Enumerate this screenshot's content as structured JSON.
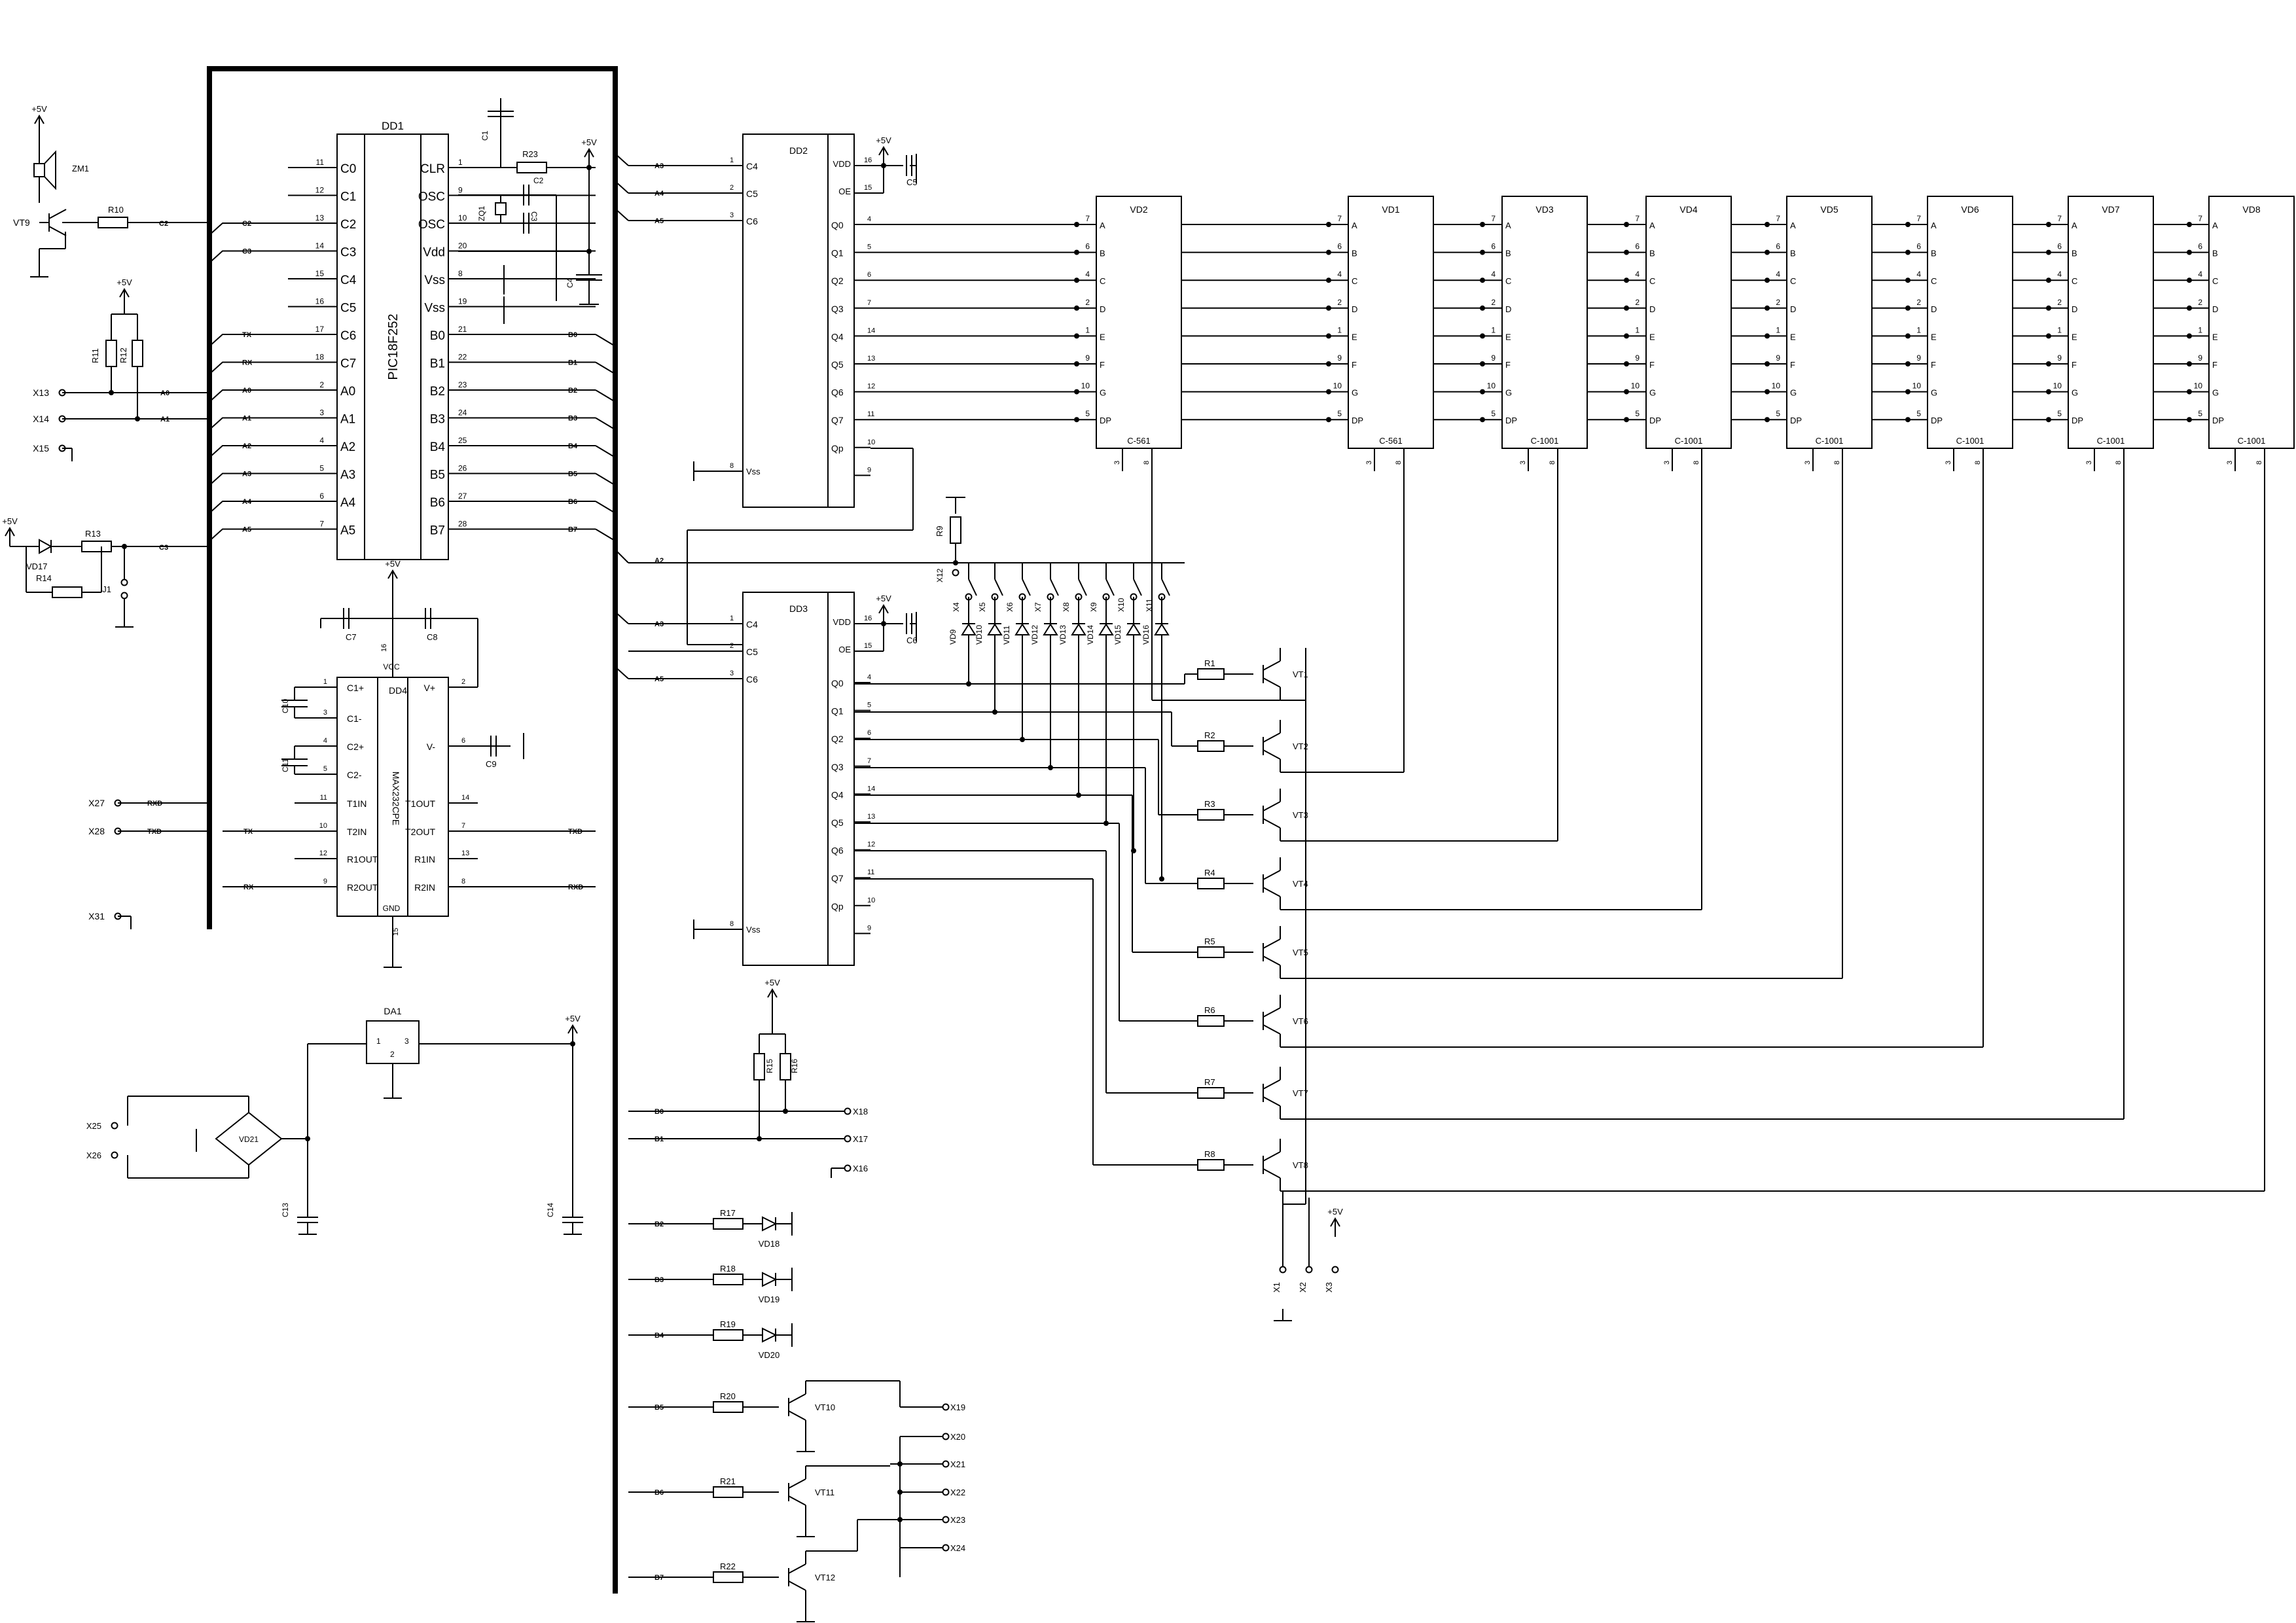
{
  "mcu": {
    "ref": "DD1",
    "part": "PIC18F252",
    "left_pins": [
      [
        "C0",
        "11"
      ],
      [
        "C1",
        "12"
      ],
      [
        "C2",
        "13"
      ],
      [
        "C3",
        "14"
      ],
      [
        "C4",
        "15"
      ],
      [
        "C5",
        "16"
      ],
      [
        "C6",
        "17"
      ],
      [
        "C7",
        "18"
      ],
      [
        "A0",
        "2"
      ],
      [
        "A1",
        "3"
      ],
      [
        "A2",
        "4"
      ],
      [
        "A3",
        "5"
      ],
      [
        "A4",
        "6"
      ],
      [
        "A5",
        "7"
      ]
    ],
    "right_pins": [
      [
        "CLR",
        "1"
      ],
      [
        "OSC",
        "9"
      ],
      [
        "OSC",
        "10"
      ],
      [
        "Vdd",
        "20"
      ],
      [
        "Vss",
        "8"
      ],
      [
        "Vss",
        "19"
      ],
      [
        "B0",
        "21"
      ],
      [
        "B1",
        "22"
      ],
      [
        "B2",
        "23"
      ],
      [
        "B3",
        "24"
      ],
      [
        "B4",
        "25"
      ],
      [
        "B5",
        "26"
      ],
      [
        "B6",
        "27"
      ],
      [
        "B7",
        "28"
      ]
    ],
    "left_nets": [
      "",
      "",
      "C2",
      "C3",
      "",
      "",
      "TX",
      "RX",
      "A0",
      "A1",
      "A2",
      "A3",
      "A4",
      "A5"
    ],
    "right_nets": [
      "",
      "",
      "",
      "",
      "",
      "",
      "B0",
      "B1",
      "B2",
      "B3",
      "B4",
      "B5",
      "B6",
      "B7"
    ]
  },
  "iface": {
    "ref": "DD4",
    "part": "MAX232CPE",
    "left_pins": [
      [
        "C1+",
        "1"
      ],
      [
        "C1-",
        "3"
      ],
      [
        "C2+",
        "4"
      ],
      [
        "C2-",
        "5"
      ],
      [
        "T1IN",
        "11"
      ],
      [
        "T2IN",
        "10"
      ],
      [
        "R1OUT",
        "12"
      ],
      [
        "R2OUT",
        "9"
      ]
    ],
    "right_pins": [
      [
        "V+",
        "2"
      ],
      [
        "V-",
        "6"
      ],
      [
        "T1OUT",
        "14"
      ],
      [
        "T2OUT",
        "7"
      ],
      [
        "R1IN",
        "13"
      ],
      [
        "R2IN",
        "8"
      ]
    ],
    "vcc": "VCC",
    "vcc_pin": "16",
    "gnd": "GND",
    "gnd_pin": "15"
  },
  "drivers": [
    {
      "ref": "DD2",
      "in_pins": [
        [
          "C4",
          "1"
        ],
        [
          "C5",
          "2"
        ],
        [
          "C6",
          "3"
        ]
      ],
      "in_nets": [
        "A3",
        "A4",
        "A5"
      ],
      "vdd": [
        "VDD",
        "16"
      ],
      "oe": [
        "OE",
        "15"
      ],
      "vss": [
        "Vss",
        "8"
      ],
      "outs": [
        [
          "Q0",
          "4"
        ],
        [
          "Q1",
          "5"
        ],
        [
          "Q2",
          "6"
        ],
        [
          "Q3",
          "7"
        ],
        [
          "Q4",
          "14"
        ],
        [
          "Q5",
          "13"
        ],
        [
          "Q6",
          "12"
        ],
        [
          "Q7",
          "11"
        ],
        [
          "Qp",
          "10"
        ],
        [
          "",
          "9"
        ]
      ],
      "cap": "C5"
    },
    {
      "ref": "DD3",
      "in_pins": [
        [
          "C4",
          "1"
        ],
        [
          "C5",
          "2"
        ],
        [
          "C6",
          "3"
        ]
      ],
      "in_nets": [
        "A3",
        "",
        "A5"
      ],
      "vdd": [
        "VDD",
        "16"
      ],
      "oe": [
        "OE",
        "15"
      ],
      "vss": [
        "Vss",
        "8"
      ],
      "outs": [
        [
          "Q0",
          "4"
        ],
        [
          "Q1",
          "5"
        ],
        [
          "Q2",
          "6"
        ],
        [
          "Q3",
          "7"
        ],
        [
          "Q4",
          "14"
        ],
        [
          "Q5",
          "13"
        ],
        [
          "Q6",
          "12"
        ],
        [
          "Q7",
          "11"
        ],
        [
          "Qp",
          "10"
        ],
        [
          "",
          "9"
        ]
      ],
      "cap": "C6"
    }
  ],
  "displays": {
    "refs": [
      "VD2",
      "VD1",
      "VD3",
      "VD4",
      "VD5",
      "VD6",
      "VD7",
      "VD8"
    ],
    "parts": [
      "C-561",
      "C-561",
      "C-1001",
      "C-1001",
      "C-1001",
      "C-1001",
      "C-1001",
      "C-1001"
    ],
    "segments": [
      "A",
      "B",
      "C",
      "D",
      "E",
      "F",
      "G",
      "DP"
    ],
    "seg_pins": [
      "7",
      "6",
      "4",
      "2",
      "1",
      "9",
      "10",
      "5"
    ],
    "common_pins": [
      "3",
      "8"
    ]
  },
  "keys": {
    "switches": [
      "X4",
      "X5",
      "X6",
      "X7",
      "X8",
      "X9",
      "X10",
      "X11"
    ],
    "diodes": [
      "VD9",
      "VD10",
      "VD11",
      "VD12",
      "VD13",
      "VD14",
      "VD15",
      "VD16"
    ],
    "resistor": "R9",
    "connector": "X12",
    "net": "A2"
  },
  "transistors": {
    "refs": [
      "VT1",
      "VT2",
      "VT3",
      "VT4",
      "VT5",
      "VT6",
      "VT7",
      "VT8"
    ],
    "resistors": [
      "R1",
      "R2",
      "R3",
      "R4",
      "R5",
      "R6",
      "R7",
      "R8"
    ]
  },
  "bottom_connectors": [
    "X1",
    "X2",
    "X3"
  ],
  "power": {
    "regulator": "DA1",
    "reg_pins": [
      "1",
      "2",
      "3"
    ],
    "bridge": "VD21",
    "inputs": [
      "X25",
      "X26"
    ],
    "caps": [
      "C13",
      "C14"
    ]
  },
  "outputs": {
    "pullups": [
      "R15",
      "R16"
    ],
    "pins": [
      "X18",
      "X17",
      "X16"
    ],
    "nets": [
      "B0",
      "B1"
    ],
    "leds": [
      [
        "B2",
        "R17",
        "VD18"
      ],
      [
        "B3",
        "R18",
        "VD19"
      ],
      [
        "B4",
        "R19",
        "VD20"
      ]
    ],
    "transistors": [
      [
        "B5",
        "R20",
        "VT10"
      ],
      [
        "B6",
        "R21",
        "VT11"
      ],
      [
        "B7",
        "R22",
        "VT12"
      ]
    ],
    "relay_pins": [
      "X19",
      "X20",
      "X21",
      "X22",
      "X23",
      "X24"
    ]
  },
  "left_circuit": {
    "buzzer": "ZM1",
    "transistor": "VT9",
    "resistor": "R10",
    "net_c2": "C2",
    "pullups": [
      "R11",
      "R12"
    ],
    "inputs": [
      "X13",
      "X14",
      "X15"
    ],
    "input_nets": [
      "A0",
      "A1"
    ],
    "led": "VD17",
    "led_resistors": [
      "R13",
      "R14"
    ],
    "jumper": "J1",
    "net_c3": "C3",
    "serial_pins": [
      "X27",
      "X28",
      "X31"
    ],
    "serial_nets": [
      "RXD",
      "TXD"
    ]
  },
  "parts_misc": {
    "caps": [
      "C1",
      "C2",
      "C3",
      "C4",
      "C7",
      "C8",
      "C9",
      "C10",
      "C11"
    ],
    "crystal": "ZQ1",
    "r23": "R23"
  },
  "supply": "+5V",
  "nets": {
    "tx": "TX",
    "rx": "RX",
    "txd": "TXD",
    "rxd": "RXD",
    "a2": "A2",
    "a3": "A3",
    "a4": "A4",
    "a5": "A5"
  }
}
